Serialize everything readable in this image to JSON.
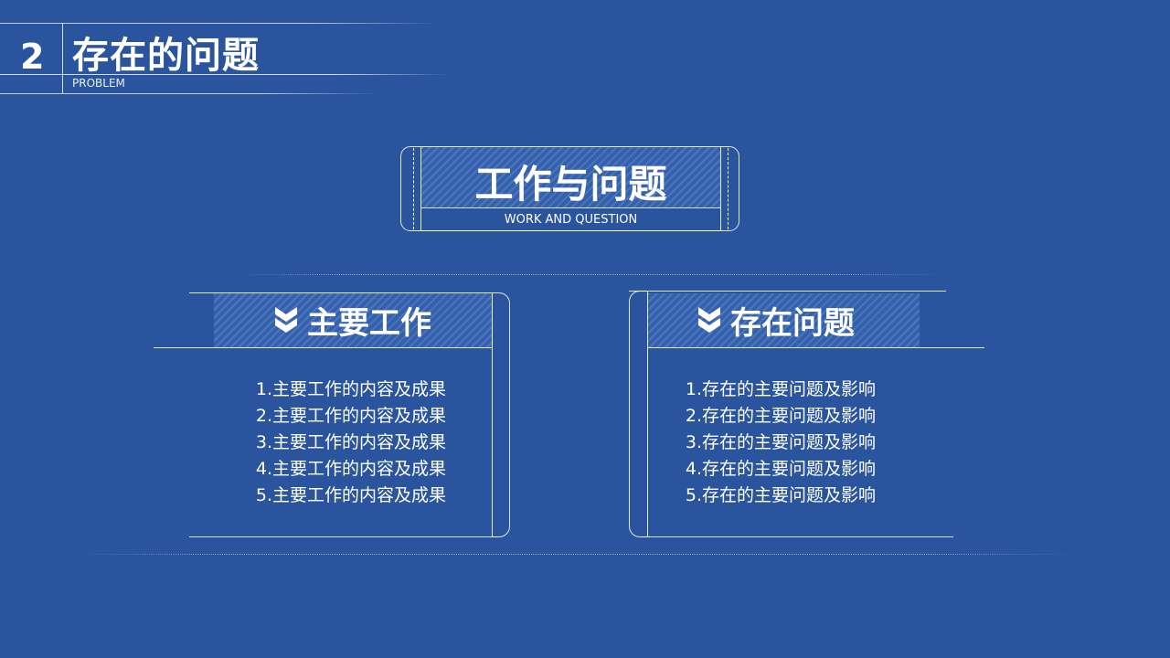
{
  "header": {
    "number": "2",
    "title": "存在的问题",
    "subtitle": "PROBLEM"
  },
  "center": {
    "title": "工作与问题",
    "subtitle": "WORK AND QUESTION"
  },
  "left_card": {
    "title": "主要工作",
    "icon": "double-chevron-down-icon",
    "items": [
      "1.主要工作的内容及成果",
      "2.主要工作的内容及成果",
      "3.主要工作的内容及成果",
      "4.主要工作的内容及成果",
      "5.主要工作的内容及成果"
    ]
  },
  "right_card": {
    "title": "存在问题",
    "icon": "double-chevron-down-icon",
    "items": [
      "1.存在的主要问题及影响",
      "2.存在的主要问题及影响",
      "3.存在的主要问题及影响",
      "4.存在的主要问题及影响",
      "5.存在的主要问题及影响"
    ]
  },
  "colors": {
    "background": "#2a559e",
    "line": "#ffffff"
  }
}
